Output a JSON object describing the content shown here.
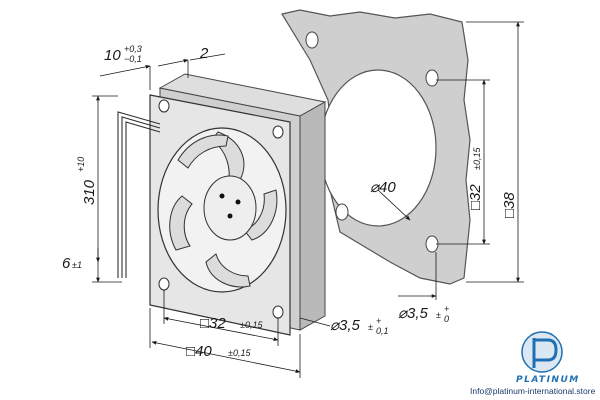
{
  "colors": {
    "fan_body": "#d6d6d6",
    "fan_face": "#e9e9e9",
    "gasket": "#cfcfcf",
    "line": "#1a1a1a",
    "brand": "#1f6fb2"
  },
  "dims": {
    "depth": {
      "main": "10",
      "tol_upper": "+0,3",
      "tol_lower": "−0,1"
    },
    "flange": {
      "main": "2"
    },
    "cable": {
      "main": "310",
      "tol": "+10"
    },
    "strip": {
      "main": "6",
      "tol": "±1"
    },
    "diameter": {
      "main": "⌀40"
    },
    "hole_spacing_side": {
      "main": "□32",
      "tol": "±0,15"
    },
    "frame_side": {
      "main": "□38"
    },
    "hole_spacing_bottom": {
      "main": "□32",
      "tol": "±0,15"
    },
    "frame_bottom": {
      "main": "□40",
      "tol": "±0,15"
    },
    "hole_fan": {
      "main": "⌀3,5",
      "tol_upper": "+",
      "tol_lower": "0,1",
      "tol_mark": "±"
    },
    "hole_gasket": {
      "main": "⌀3,5",
      "tol_upper": "+",
      "tol_lower": "0",
      "tol_mark": "±"
    }
  },
  "watermark": {
    "brand": "PLATINUM",
    "url": "Info@platinum-international.store"
  }
}
